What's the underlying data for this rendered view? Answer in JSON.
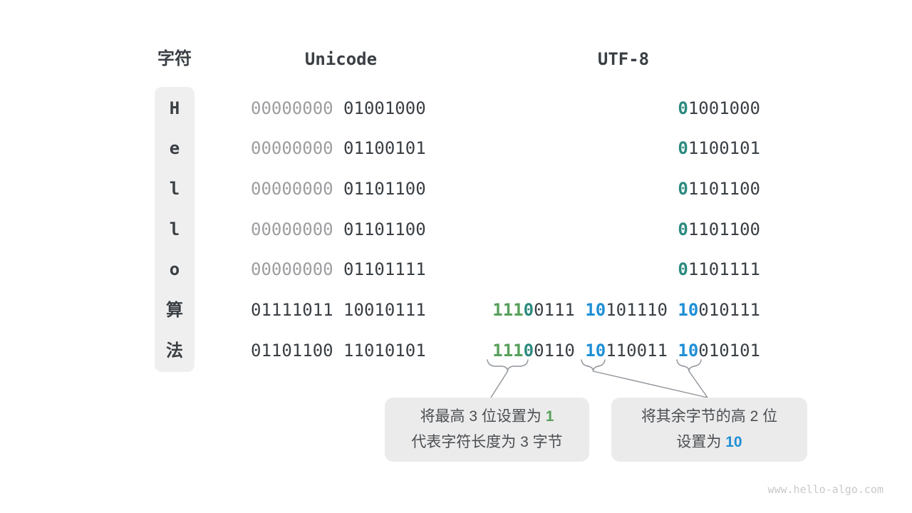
{
  "header": {
    "char_col": "字符",
    "unicode_col": "Unicode",
    "utf8_col": "UTF-8"
  },
  "rows": [
    {
      "char": "H",
      "unicode": [
        {
          "t": "00000000",
          "c": "gray"
        },
        {
          "t": " 01001000",
          "c": "dark"
        }
      ],
      "utf8": [
        {
          "t": "0",
          "c": "teal"
        },
        {
          "t": "1001000",
          "c": "dark"
        }
      ]
    },
    {
      "char": "e",
      "unicode": [
        {
          "t": "00000000",
          "c": "gray"
        },
        {
          "t": " 01100101",
          "c": "dark"
        }
      ],
      "utf8": [
        {
          "t": "0",
          "c": "teal"
        },
        {
          "t": "1100101",
          "c": "dark"
        }
      ]
    },
    {
      "char": "l",
      "unicode": [
        {
          "t": "00000000",
          "c": "gray"
        },
        {
          "t": " 01101100",
          "c": "dark"
        }
      ],
      "utf8": [
        {
          "t": "0",
          "c": "teal"
        },
        {
          "t": "1101100",
          "c": "dark"
        }
      ]
    },
    {
      "char": "l",
      "unicode": [
        {
          "t": "00000000",
          "c": "gray"
        },
        {
          "t": " 01101100",
          "c": "dark"
        }
      ],
      "utf8": [
        {
          "t": "0",
          "c": "teal"
        },
        {
          "t": "1101100",
          "c": "dark"
        }
      ]
    },
    {
      "char": "o",
      "unicode": [
        {
          "t": "00000000",
          "c": "gray"
        },
        {
          "t": " 01101111",
          "c": "dark"
        }
      ],
      "utf8": [
        {
          "t": "0",
          "c": "teal"
        },
        {
          "t": "1101111",
          "c": "dark"
        }
      ]
    },
    {
      "char": "算",
      "unicode": [
        {
          "t": "01111011 10010111",
          "c": "dark"
        }
      ],
      "utf8": [
        {
          "t": "111",
          "c": "green"
        },
        {
          "t": "0",
          "c": "teal"
        },
        {
          "t": "0111 ",
          "c": "dark"
        },
        {
          "t": "10",
          "c": "blue"
        },
        {
          "t": "101110 ",
          "c": "dark"
        },
        {
          "t": "10",
          "c": "blue"
        },
        {
          "t": "010111",
          "c": "dark"
        }
      ]
    },
    {
      "char": "法",
      "unicode": [
        {
          "t": "01101100 11010101",
          "c": "dark"
        }
      ],
      "utf8": [
        {
          "t": "111",
          "c": "green"
        },
        {
          "t": "0",
          "c": "teal"
        },
        {
          "t": "0110 ",
          "c": "dark"
        },
        {
          "t": "10",
          "c": "blue"
        },
        {
          "t": "110011 ",
          "c": "dark"
        },
        {
          "t": "10",
          "c": "blue"
        },
        {
          "t": "010101",
          "c": "dark"
        }
      ]
    }
  ],
  "callouts": {
    "left": {
      "line1": [
        {
          "t": "将最高 3 位设置为 ",
          "c": "text"
        },
        {
          "t": "1",
          "c": "green"
        }
      ],
      "line2": [
        {
          "t": "代表字符长度为 3 字节",
          "c": "text"
        }
      ]
    },
    "right": {
      "line1": [
        {
          "t": "将其余字节的高 2 位",
          "c": "text"
        }
      ],
      "line2": [
        {
          "t": "设置为 ",
          "c": "text"
        },
        {
          "t": "10",
          "c": "blue"
        }
      ]
    }
  },
  "watermark": "www.hello-algo.com",
  "colors": {
    "bit_dark": "#3a3f44",
    "bit_gray": "#9d9da0",
    "bit_green": "#57a05a",
    "bit_teal": "#2b8a7f",
    "bit_blue": "#1f8fd6",
    "char_column_bg": "#efefef",
    "callout_bg": "#ebebeb",
    "callout_text": "#4b4e52",
    "connector": "#8f9499",
    "watermark": "#c9c9c9"
  }
}
